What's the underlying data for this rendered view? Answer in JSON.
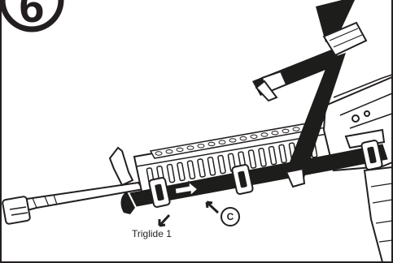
{
  "figure": {
    "step_number": "6",
    "callout_letter": "C",
    "part_label": "Triglide 1"
  },
  "colors": {
    "ink": "#231f20",
    "strap": "#1d1d1b",
    "paper": "#ffffff"
  }
}
